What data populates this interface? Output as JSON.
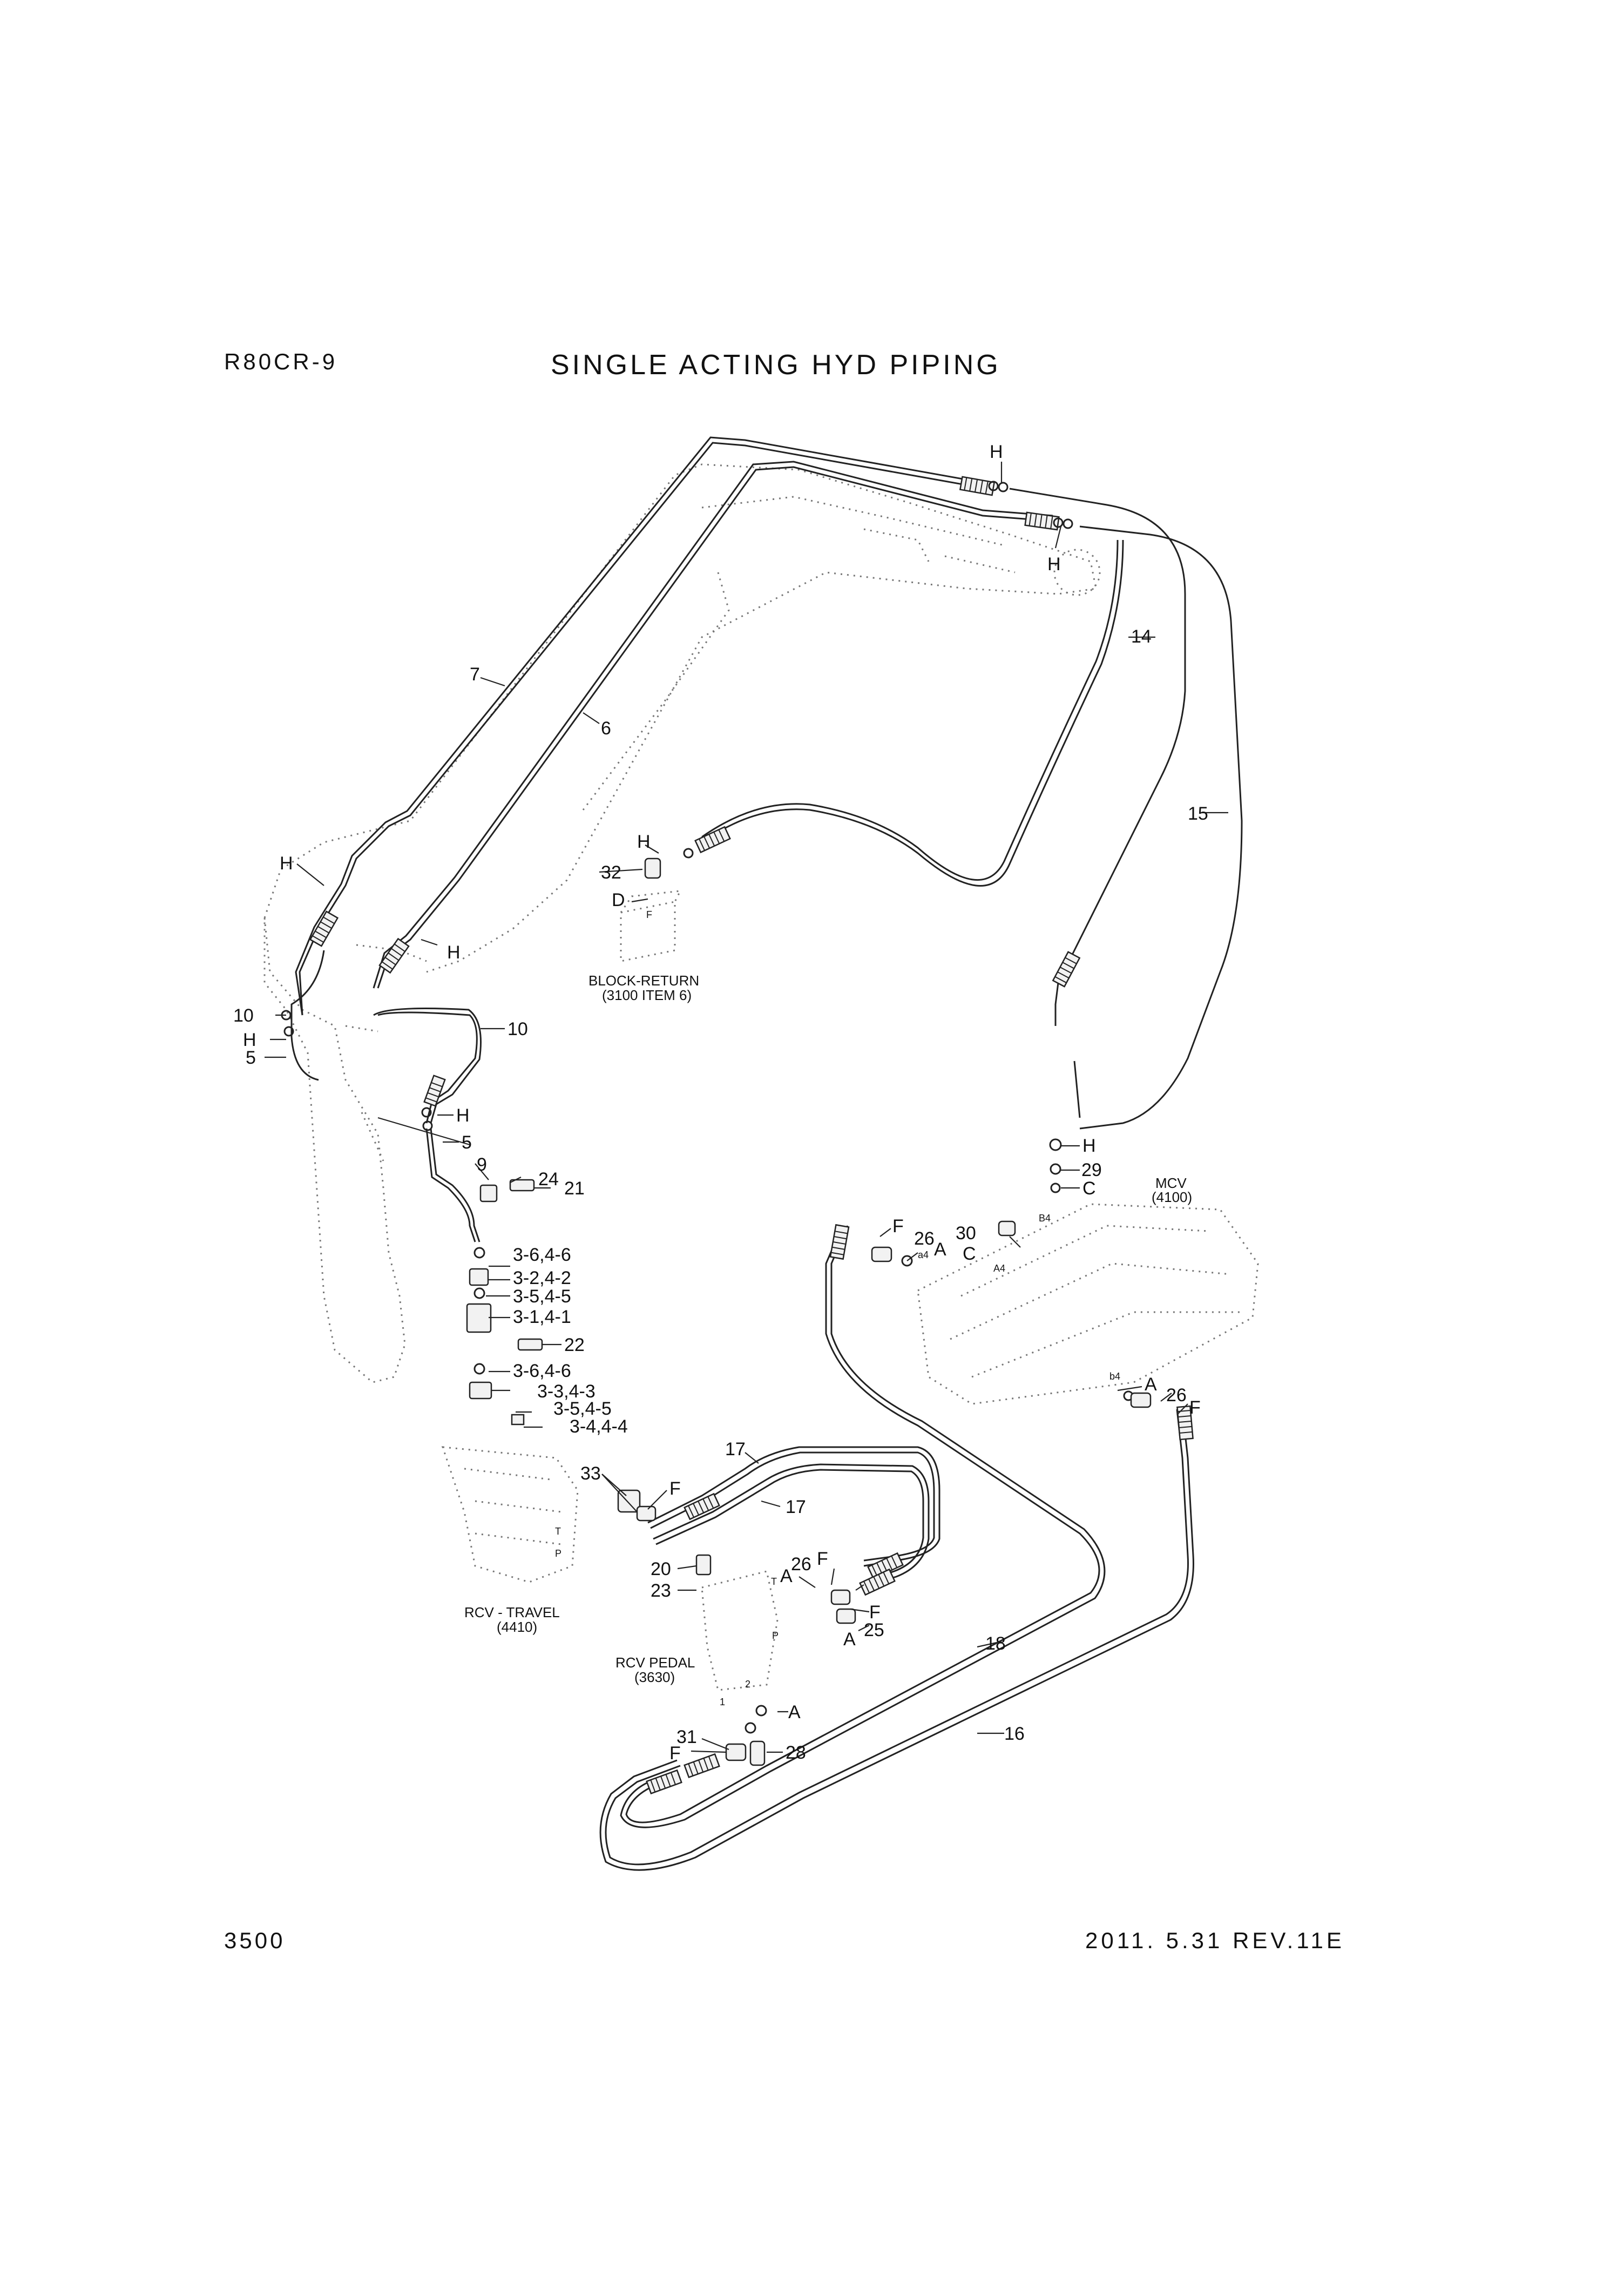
{
  "header": {
    "model": "R80CR-9",
    "title": "SINGLE ACTING HYD PIPING"
  },
  "footer": {
    "page_number": "3500",
    "revision": "2011. 5.31  REV.11E"
  },
  "components": {
    "block_return": [
      "BLOCK-RETURN",
      "(3100 ITEM 6)"
    ],
    "mcv": [
      "MCV",
      "(4100)"
    ],
    "rcv_travel": [
      "RCV - TRAVEL",
      "(4410)"
    ],
    "rcv_pedal": [
      "RCV PEDAL",
      "(3630)"
    ]
  },
  "callouts": {
    "c7": "7",
    "c6": "6",
    "c14": "14",
    "c15": "15",
    "h_top": "H",
    "h_top2": "H",
    "h_left": "H",
    "h_left2": "H",
    "c10a": "10",
    "h_c": "H",
    "c5a": "5",
    "c10b": "10",
    "h_d": "H",
    "c5b": "5",
    "h_ret": "H",
    "c32": "32",
    "d_ret": "D",
    "c9": "9",
    "c24": "24",
    "c21": "21",
    "c3_64_a": "3-6,4-6",
    "c3_24": "3-2,4-2",
    "c3_54_a": "3-5,4-5",
    "c3_14": "3-1,4-1",
    "c22": "22",
    "c3_64_b": "3-6,4-6",
    "c3_34": "3-3,4-3",
    "c3_54_b": "3-5,4-5",
    "c3_44": "3-4,4-4",
    "h_mcv": "H",
    "c29": "29",
    "c_mcv": "C",
    "f_mcv": "F",
    "c26a": "26",
    "a_mcv": "A",
    "c30": "30",
    "c_mcv2": "C",
    "a_mcv2": "A",
    "c26b": "26",
    "f_mcv2": "F",
    "c33": "33",
    "f_rcv": "F",
    "c17a": "17",
    "c17b": "17",
    "c20": "20",
    "c23": "23",
    "a_p": "A",
    "c26c": "26",
    "f_p": "F",
    "f_p2": "F",
    "a_p2": "A",
    "c25": "25",
    "c18": "18",
    "c16": "16",
    "a_p3": "A",
    "c31": "31",
    "f_p3": "F",
    "c28": "28"
  },
  "port_labels": {
    "f": "F",
    "b4": "B4",
    "a4": "A4",
    "a4s": "a4",
    "b4s": "b4",
    "t": "T",
    "p": "P",
    "t2": "T",
    "p2": "P",
    "p1": "1",
    "p2n": "2"
  }
}
